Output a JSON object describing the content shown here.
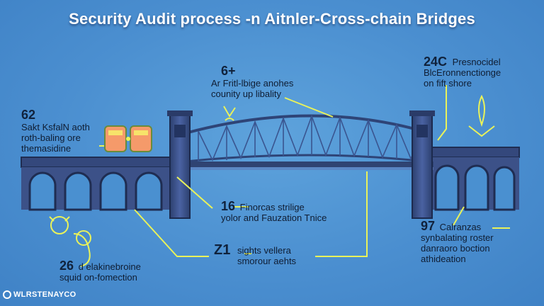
{
  "title": "Security Audit process -n Aitnler-Cross-chain Bridges",
  "callouts": {
    "left_top": {
      "num": "62",
      "lines": [
        "Sakt KsfalN aoth",
        "roth-baling ore",
        "themasidine"
      ]
    },
    "center_top": {
      "num": "6+",
      "lines": [
        "Ar Fritl-lbige anohes",
        "counity up libality"
      ]
    },
    "right_top": {
      "num": "24C",
      "lines": [
        "Presnocidel",
        "BlcEronnenctionge",
        "on fift shore"
      ]
    },
    "center_mid": {
      "num": "16",
      "lines": [
        "Finorcas strilige",
        "yolor and Fauzation Tnice"
      ]
    },
    "center_low": {
      "num": "Z1",
      "lines": [
        "sights vellera",
        "smorour aehts"
      ]
    },
    "left_bottom": {
      "num": "26",
      "lines": [
        "d elakinebroine",
        "squid on-fomection"
      ]
    },
    "right_bottom": {
      "num": "97",
      "lines": [
        "Calranzas",
        "synbalating roster",
        "danraoro boction",
        "athideation"
      ]
    }
  },
  "footer": {
    "brand": "WLRSTENAYCO"
  },
  "colors": {
    "background": "#4b8fd0",
    "bridge": "#3a4f86",
    "bridge_dark": "#25355f",
    "accent_line": "#e9f25a",
    "text": "#0f1d33"
  },
  "icons": [
    "token-cards-icon",
    "anchor-icon",
    "rocket-arrow-icon",
    "lock-chain-icon",
    "scale-icon"
  ]
}
